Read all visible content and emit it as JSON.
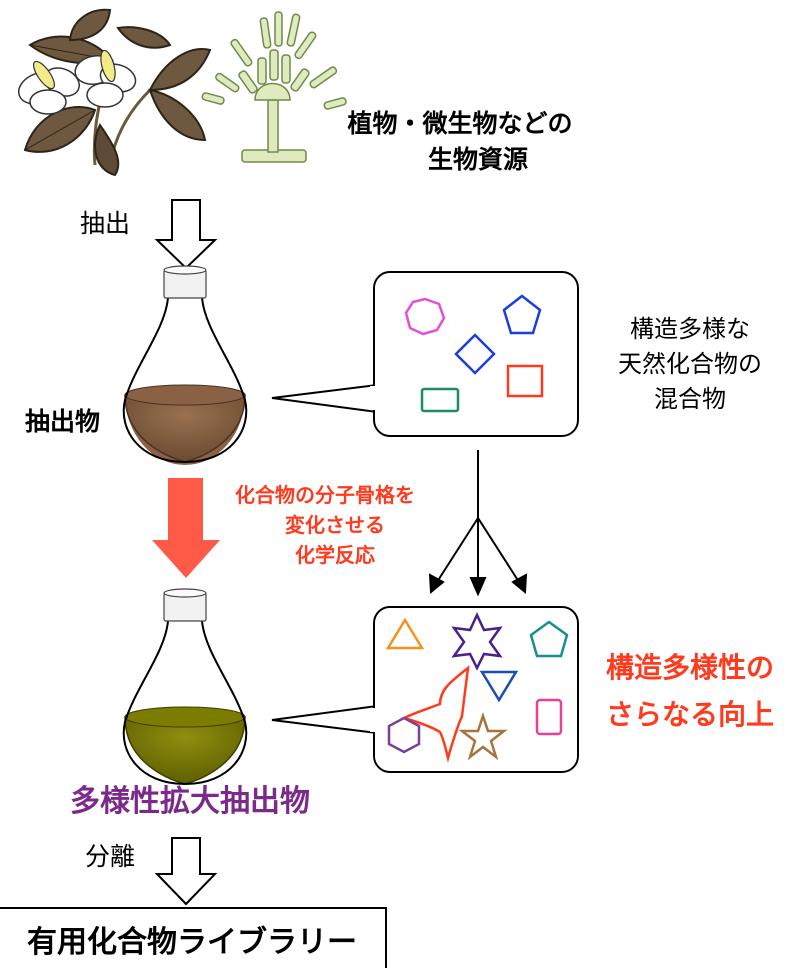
{
  "labels": {
    "resource": [
      "植物・微生物などの",
      "生物資源"
    ],
    "extract_step": "抽出",
    "extract": "抽出物",
    "mixture": [
      "構造多様な",
      "天然化合物の",
      "混合物"
    ],
    "reaction": [
      "化合物の分子骨格を",
      "変化させる",
      "化学反応"
    ],
    "diversity_up": [
      "構造多様性の",
      "さらなる向上"
    ],
    "expanded_extract": "多様性拡大抽出物",
    "separate_step": "分離",
    "library": "有用化合物ライブラリー"
  },
  "colors": {
    "red_text": "#ff3b1f",
    "arrow_red": "#ff5a48",
    "purple_text": "#7b2a8c",
    "brown_liquid": "#8a6144",
    "olive_liquid": "#7c7c00",
    "hexagon_purple": "#7b3fa0",
    "magenta": "#e44fd8",
    "blue": "#1a3fe0",
    "red_square": "#ff3b1f",
    "green": "#1f8a5a",
    "orange": "#f0941e",
    "indigo": "#4a1f8c",
    "teal": "#158f8f",
    "blue_triangle": "#1a4fb0",
    "pink": "#e8409a",
    "tan": "#a8743e"
  }
}
